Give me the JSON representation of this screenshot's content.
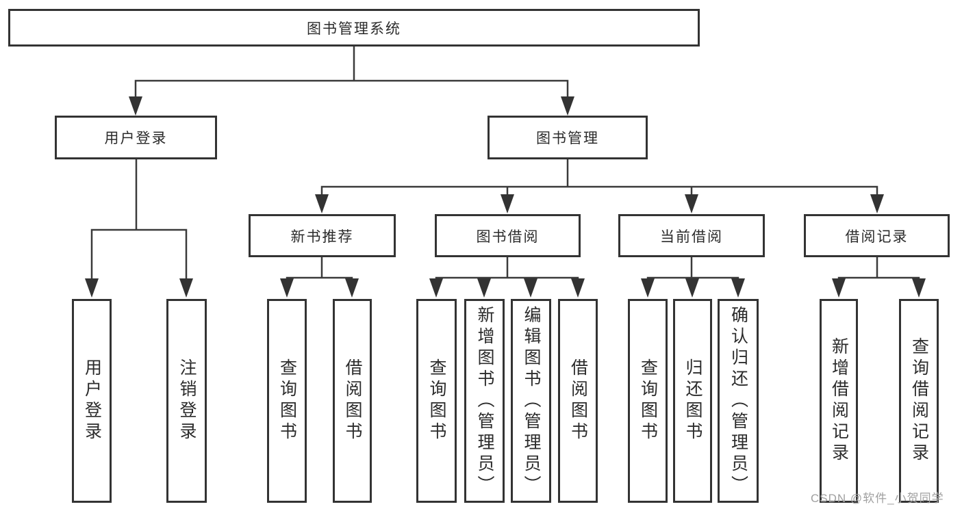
{
  "tree": {
    "root": {
      "label": "图书管理系统"
    },
    "branches": [
      {
        "label": "用户登录",
        "children": [
          {
            "label": "用户登录"
          },
          {
            "label": "注销登录"
          }
        ]
      },
      {
        "label": "图书管理",
        "children": [
          {
            "label": "新书推荐",
            "children": [
              {
                "label": "查询图书"
              },
              {
                "label": "借阅图书"
              }
            ]
          },
          {
            "label": "图书借阅",
            "children": [
              {
                "label": "查询图书"
              },
              {
                "label": "新增图书（管理员）"
              },
              {
                "label": "编辑图书（管理员）"
              },
              {
                "label": "借阅图书"
              }
            ]
          },
          {
            "label": "当前借阅",
            "children": [
              {
                "label": "查询图书"
              },
              {
                "label": "归还图书"
              },
              {
                "label": "确认归还（管理员）"
              }
            ]
          },
          {
            "label": "借阅记录",
            "children": [
              {
                "label": "新增借阅记录"
              },
              {
                "label": "查询借阅记录"
              }
            ]
          }
        ]
      }
    ]
  },
  "watermark": {
    "text": "CSDN @软件_小贺同学"
  },
  "colors": {
    "background": "#ffffff",
    "line": "#3a3a3a",
    "box_border": "#333333",
    "text": "#2b2b2b",
    "watermark": "#a0a0a0"
  }
}
